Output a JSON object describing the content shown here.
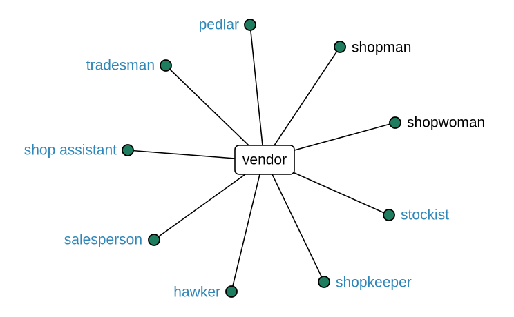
{
  "center": {
    "label": "vendor",
    "text_color": "#000000"
  },
  "colors": {
    "link_label": "#2f86b8",
    "plain_label": "#000000",
    "node_fill": "#1f7d5f",
    "node_stroke": "#000000",
    "edge": "#000000"
  },
  "nodes": [
    {
      "id": "pedlar",
      "label": "pedlar",
      "linked": true
    },
    {
      "id": "shopman",
      "label": "shopman",
      "linked": false
    },
    {
      "id": "tradesman",
      "label": "tradesman",
      "linked": true
    },
    {
      "id": "shopwoman",
      "label": "shopwoman",
      "linked": false
    },
    {
      "id": "shop-assistant",
      "label": "shop assistant",
      "linked": true
    },
    {
      "id": "stockist",
      "label": "stockist",
      "linked": true
    },
    {
      "id": "salesperson",
      "label": "salesperson",
      "linked": true
    },
    {
      "id": "shopkeeper",
      "label": "shopkeeper",
      "linked": true
    },
    {
      "id": "hawker",
      "label": "hawker",
      "linked": true
    }
  ]
}
